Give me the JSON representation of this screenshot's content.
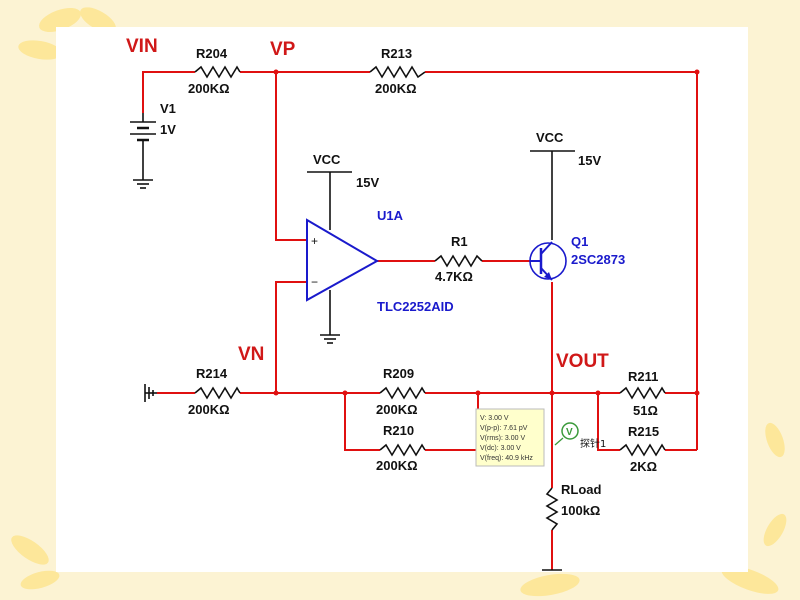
{
  "nets": {
    "vin": "VIN",
    "vp": "VP",
    "vn": "VN",
    "vout": "VOUT"
  },
  "components": {
    "r204": {
      "ref": "R204",
      "value": "200KΩ"
    },
    "r213": {
      "ref": "R213",
      "value": "200KΩ"
    },
    "v1": {
      "ref": "V1",
      "value": "1V"
    },
    "vcc_opamp": {
      "ref": "VCC",
      "value": "15V"
    },
    "vcc_q1": {
      "ref": "VCC",
      "value": "15V"
    },
    "u1a": {
      "ref": "U1A",
      "part": "TLC2252AID",
      "plus": "+",
      "minus": "−"
    },
    "r1": {
      "ref": "R1",
      "value": "4.7KΩ"
    },
    "q1": {
      "ref": "Q1",
      "part": "2SC2873"
    },
    "r214": {
      "ref": "R214",
      "value": "200KΩ"
    },
    "r209": {
      "ref": "R209",
      "value": "200KΩ"
    },
    "r210": {
      "ref": "R210",
      "value": "200KΩ"
    },
    "r211": {
      "ref": "R211",
      "value": "51Ω"
    },
    "r215": {
      "ref": "R215",
      "value": "2KΩ"
    },
    "rload": {
      "ref": "RLoad",
      "value": "100kΩ"
    }
  },
  "probe": {
    "symbol": "V",
    "label": "探针1",
    "readings": [
      "V: 3.00 V",
      "V(p-p): 7.61 pV",
      "V(rms): 3.00 V",
      "V(dc): 3.00 V",
      "V(freq): 40.9 kHz"
    ]
  },
  "colors": {
    "wire": "#e01010",
    "component": "#111111",
    "part_label": "#1a1acc",
    "net_label": "#d01818",
    "probe_box": "#ffffcc"
  }
}
